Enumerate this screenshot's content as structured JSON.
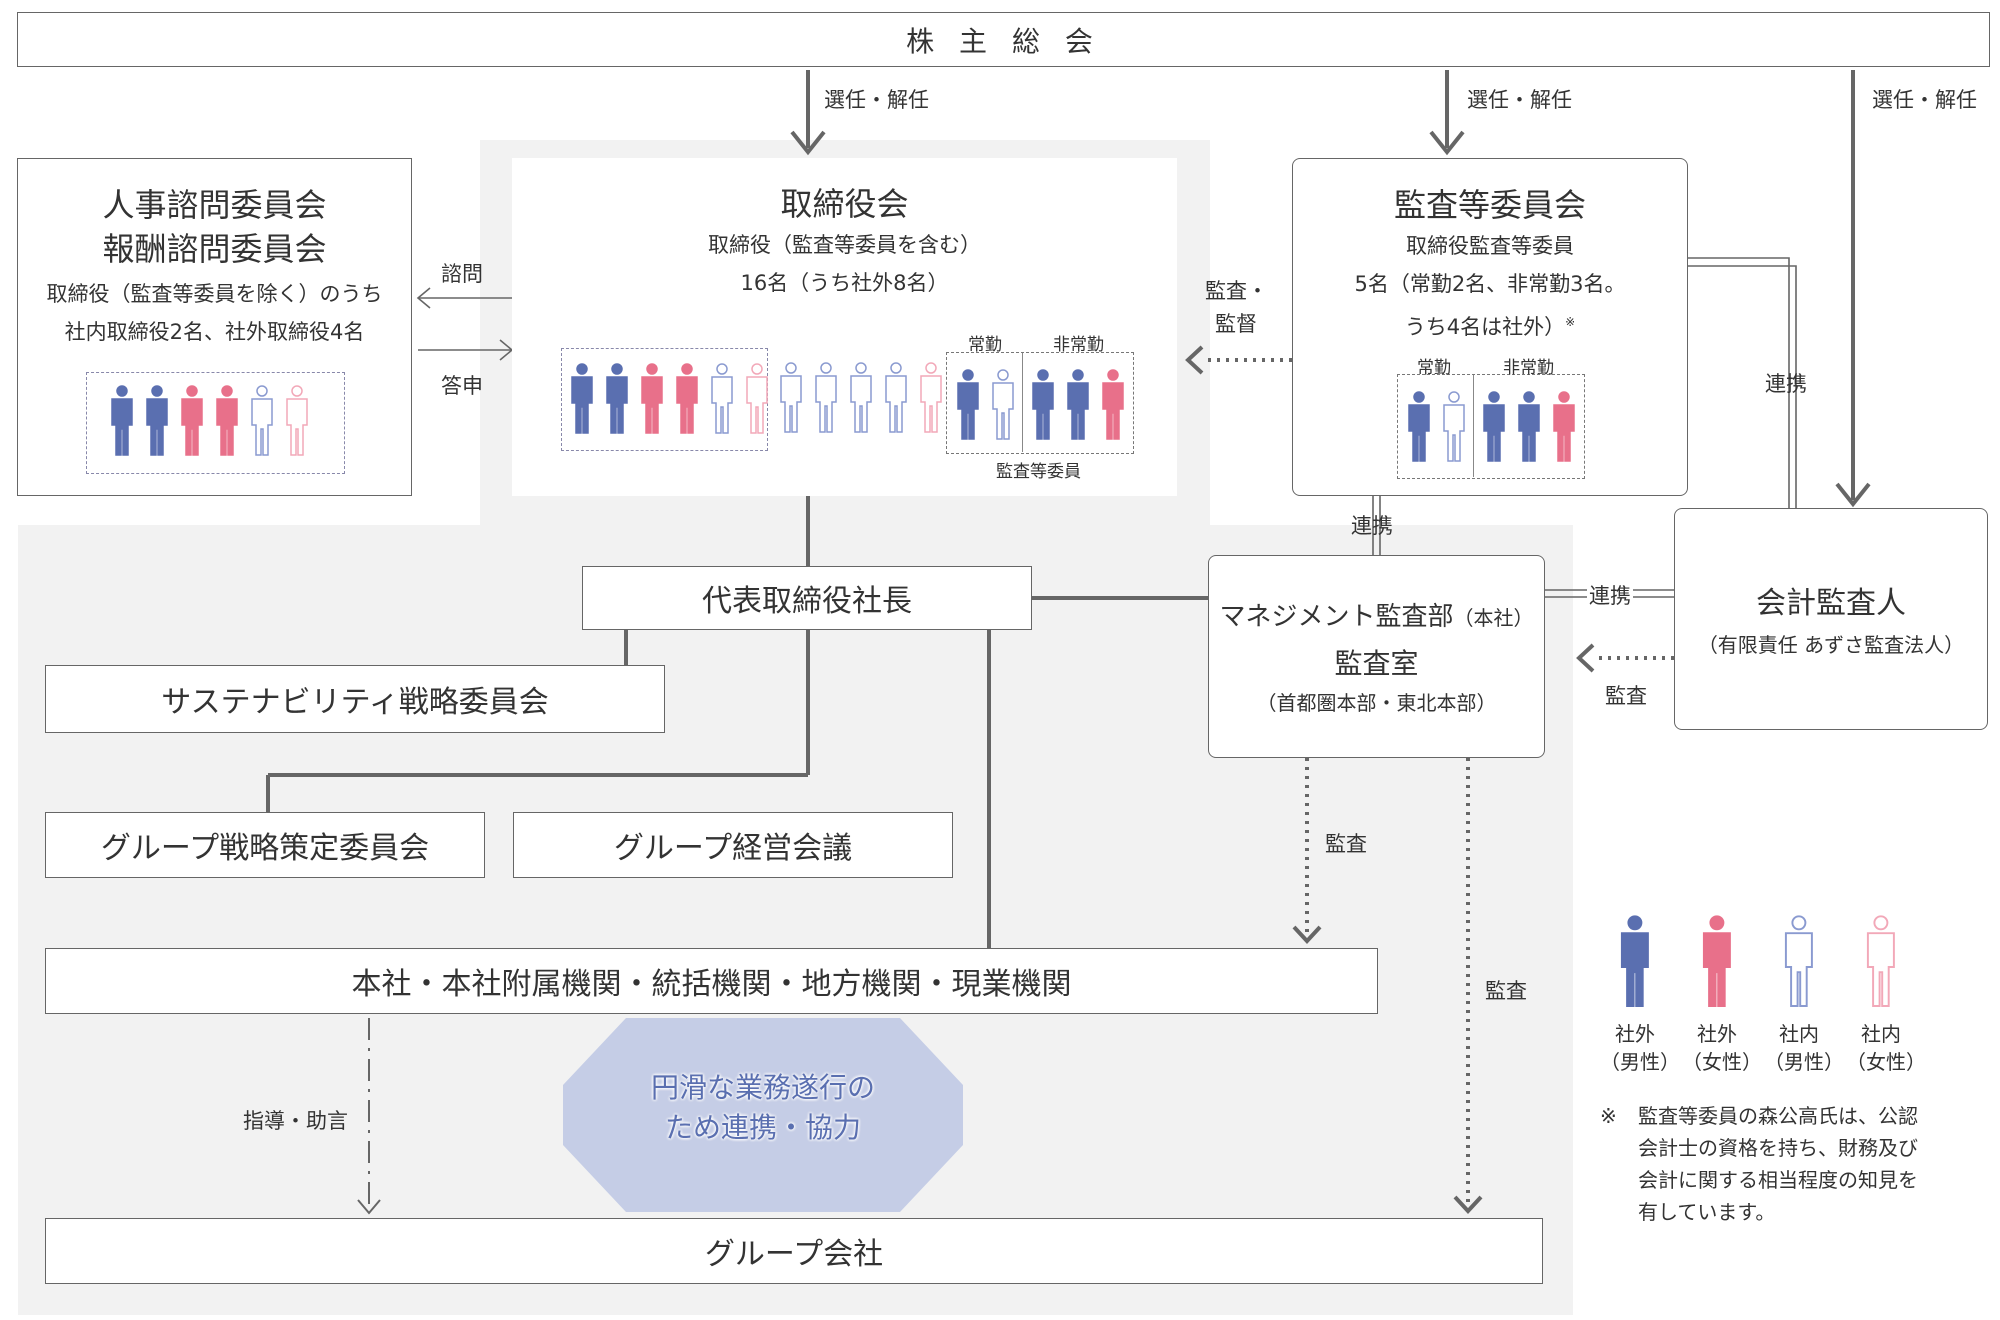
{
  "shareholders": {
    "title": "株 主 総 会"
  },
  "edges": {
    "elect1": "選任・解任",
    "elect2": "選任・解任",
    "elect3": "選任・解任",
    "consult": "諮問",
    "report": "答申",
    "audit_supervise": "監査・\n監督",
    "audit_supervise_l1": "監査・",
    "audit_supervise_l2": "監督",
    "coop1": "連携",
    "coop2": "連携",
    "coop3": "連携",
    "audit1": "監査",
    "audit2": "監査",
    "audit3": "監査",
    "guidance": "指導・助言"
  },
  "committees": {
    "title1": "人事諮問委員会",
    "title2": "報酬諮問委員会",
    "desc1": "取締役（監査等委員を除く）のうち",
    "desc2": "社内取締役2名、社外取締役4名",
    "people": [
      "outside-male",
      "outside-male",
      "outside-female",
      "outside-female",
      "inside-male",
      "inside-female"
    ]
  },
  "board": {
    "title": "取締役会",
    "desc1": "取締役（監査等委員を含む）",
    "desc2": "16名（うち社外8名）",
    "group_a": [
      "outside-male",
      "outside-male",
      "outside-female",
      "outside-female",
      "inside-male",
      "inside-female"
    ],
    "group_b": [
      "inside-male",
      "inside-male",
      "inside-male",
      "inside-male",
      "inside-female"
    ],
    "fulltime_label": "常勤",
    "parttime_label": "非常勤",
    "fulltime": [
      "outside-male",
      "inside-male"
    ],
    "parttime": [
      "outside-male",
      "outside-male",
      "outside-female"
    ],
    "audit_members_label": "監査等委員"
  },
  "audit_committee": {
    "title": "監査等委員会",
    "desc1": "取締役監査等委員",
    "desc2": "5名（常勤2名、非常勤3名。",
    "desc3": "うち4名は社外）",
    "note_mark": "※",
    "fulltime_label": "常勤",
    "parttime_label": "非常勤",
    "fulltime": [
      "outside-male",
      "inside-male"
    ],
    "parttime": [
      "outside-male",
      "outside-male",
      "outside-female"
    ]
  },
  "president": {
    "title": "代表取締役社長"
  },
  "sustainability": {
    "title": "サステナビリティ戦略委員会"
  },
  "group_strategy": {
    "title": "グループ戦略策定委員会"
  },
  "group_mgmt": {
    "title": "グループ経営会議"
  },
  "internal_audit": {
    "title": "マネジメント監査部",
    "title_suffix": "（本社）",
    "sub": "監査室",
    "sub_desc": "（首都圏本部・東北本部）"
  },
  "auditor": {
    "title": "会計監査人",
    "desc": "（有限責任 あずさ監査法人）"
  },
  "hq": {
    "title": "本社・本社附属機関・統括機関・地方機関・現業機関"
  },
  "cooperation": {
    "line1": "円滑な業務遂行の",
    "line2": "ため連携・協力"
  },
  "group_companies": {
    "title": "グループ会社"
  },
  "legend": {
    "items": [
      {
        "type": "outside-male",
        "l1": "社外",
        "l2": "（男性）"
      },
      {
        "type": "outside-female",
        "l1": "社外",
        "l2": "（女性）"
      },
      {
        "type": "inside-male",
        "l1": "社内",
        "l2": "（男性）"
      },
      {
        "type": "inside-female",
        "l1": "社内",
        "l2": "（女性）"
      }
    ],
    "note_mark": "※",
    "note_lines": [
      "監査等委員の森公高氏は、公認",
      "会計士の資格を持ち、財務及び",
      "会計に関する相当程度の知見を",
      "有しています。"
    ]
  },
  "colors": {
    "outside_male": "#5a6fb0",
    "outside_female": "#e8708a",
    "inside_male": "#8a9ad0",
    "inside_female": "#f2a8b8",
    "line": "#666666",
    "shade": "#f2f2f2",
    "arrow_fill": "#c5cde6",
    "arrow_text": "#5a6fb0"
  }
}
